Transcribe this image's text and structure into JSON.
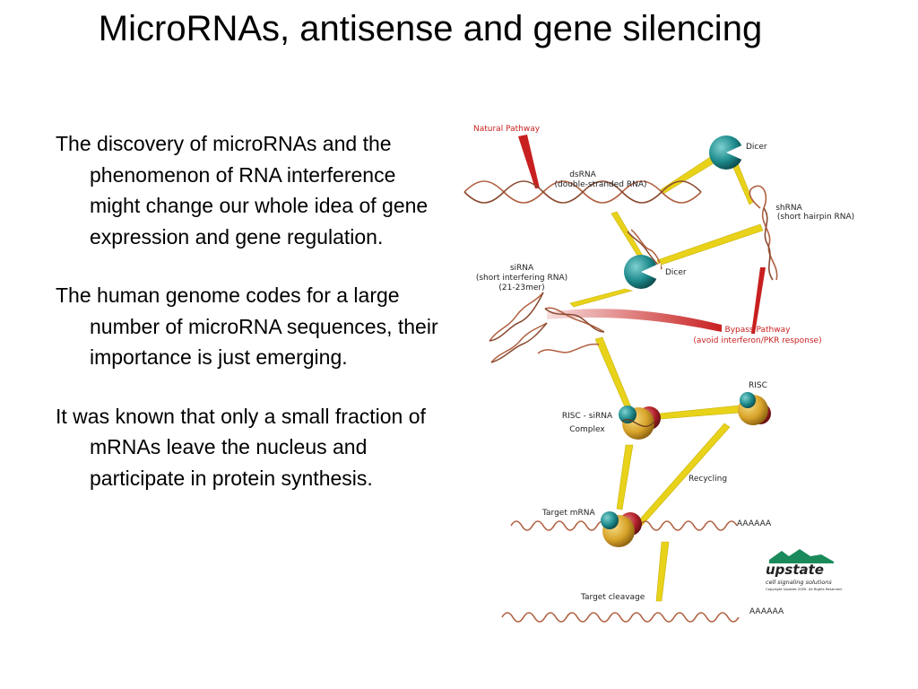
{
  "slide": {
    "title": "MicroRNAs, antisense and gene silencing",
    "bullets": [
      "The discovery of microRNAs and the phenomenon of RNA interference might change our whole idea of gene expression and gene regulation.",
      "The human genome codes for a large number of microRNA sequences, their importance is just emerging.",
      "It was known that only a small fraction of mRNAs leave the nucleus and participate in protein synthesis."
    ]
  },
  "diagram": {
    "natural_pathway": "Natural Pathway",
    "dsrna": "dsRNA",
    "dsrna_full": "(double-stranded RNA)",
    "dicer_top": "Dicer",
    "shrna": "shRNA",
    "shrna_full": "(short hairpin RNA)",
    "dicer_mid": "Dicer",
    "sirna": "siRNA",
    "sirna_full": "(short interfering RNA)",
    "sirna_len": "(21-23mer)",
    "bypass": "Bypass Pathway",
    "bypass_note": "(avoid interferon/PKR response)",
    "risc": "RISC",
    "risc_sirna": "RISC - siRNA",
    "complex": "Complex",
    "recycling": "Recycling",
    "target_mrna": "Target mRNA",
    "polya_1": "AAAAAA",
    "target_cleavage": "Target cleavage",
    "polya_2": "AAAAAA",
    "logo_name": "upstate",
    "logo_tagline": "cell signaling solutions",
    "copyright": "Copyright Upstate 2005. All Rights Reserved.",
    "colors": {
      "pathway_red": "#c82020",
      "arrow_yellow": "#e8d21a",
      "dicer_teal": "#1d8a8c",
      "risc_gold": "#d8a42a",
      "risc_red": "#b0202a",
      "logo_green": "#1a8a5a",
      "logo_blue": "#1a4a9a"
    }
  }
}
